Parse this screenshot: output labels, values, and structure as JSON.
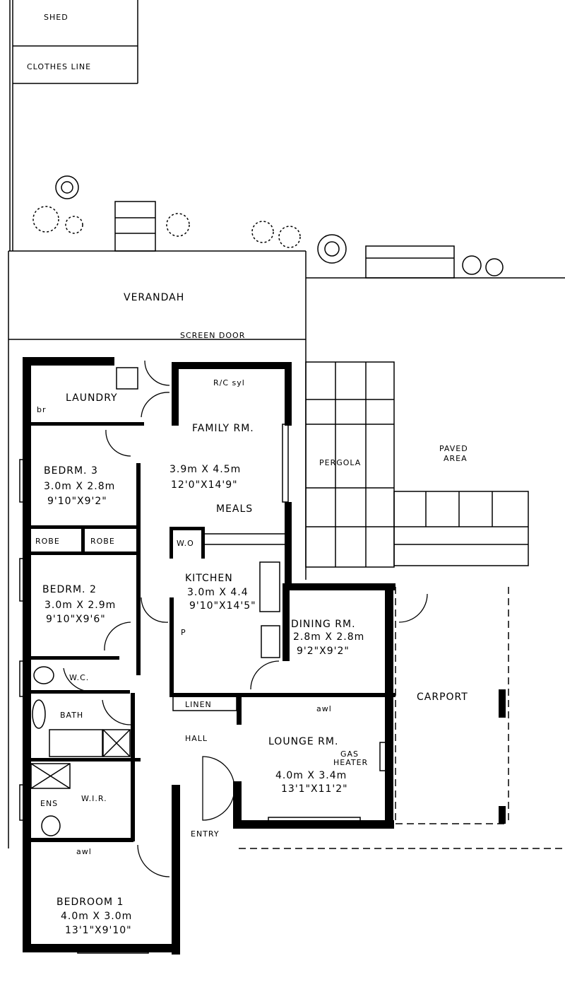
{
  "plan": {
    "outdoor": {
      "shed": "SHED",
      "clothes_line": "CLOTHES LINE",
      "verandah": "VERANDAH",
      "screen_door": "SCREEN DOOR",
      "pergola": "PERGOLA",
      "paved_area": [
        "PAVED",
        "AREA"
      ],
      "carport": "CARPORT"
    },
    "rooms": {
      "laundry": {
        "name": "LAUNDRY",
        "fixture": "br"
      },
      "family": {
        "name": "FAMILY RM.",
        "metric": "3.9m X 4.5m",
        "imperial": "12'0\"X14'9\"",
        "note": "R/C syl",
        "meals": "MEALS"
      },
      "bedrm3": {
        "name": "BEDRM. 3",
        "metric": "3.0m X 2.8m",
        "imperial": "9'10\"X9'2\""
      },
      "robe1": "ROBE",
      "robe2": "ROBE",
      "wall_oven": "W.O",
      "bedrm2": {
        "name": "BEDRM. 2",
        "metric": "3.0m X 2.9m",
        "imperial": "9'10\"X9'6\""
      },
      "kitchen": {
        "name": "KITCHEN",
        "metric": "3.0m X 4.4",
        "imperial": "9'10\"X14'5\"",
        "pantry": "P"
      },
      "dining": {
        "name": "DINING RM.",
        "metric": "2.8m X 2.8m",
        "imperial": "9'2\"X9'2\""
      },
      "wc": "W.C.",
      "bath": "BATH",
      "linen": "LINEN",
      "hall": "HALL",
      "lounge": {
        "name": "LOUNGE RM.",
        "heater": [
          "GAS",
          "HEATER"
        ],
        "metric": "4.0m X 3.4m",
        "imperial": "13'1\"X11'2\"",
        "awl": "awl"
      },
      "ens": "ENS",
      "wir": "W.I.R.",
      "entry": "ENTRY",
      "bedroom1": {
        "name": "BEDROOM 1",
        "metric": "4.0m X 3.0m",
        "imperial": "13'1\"X9'10\"",
        "awl": "awl"
      }
    }
  }
}
